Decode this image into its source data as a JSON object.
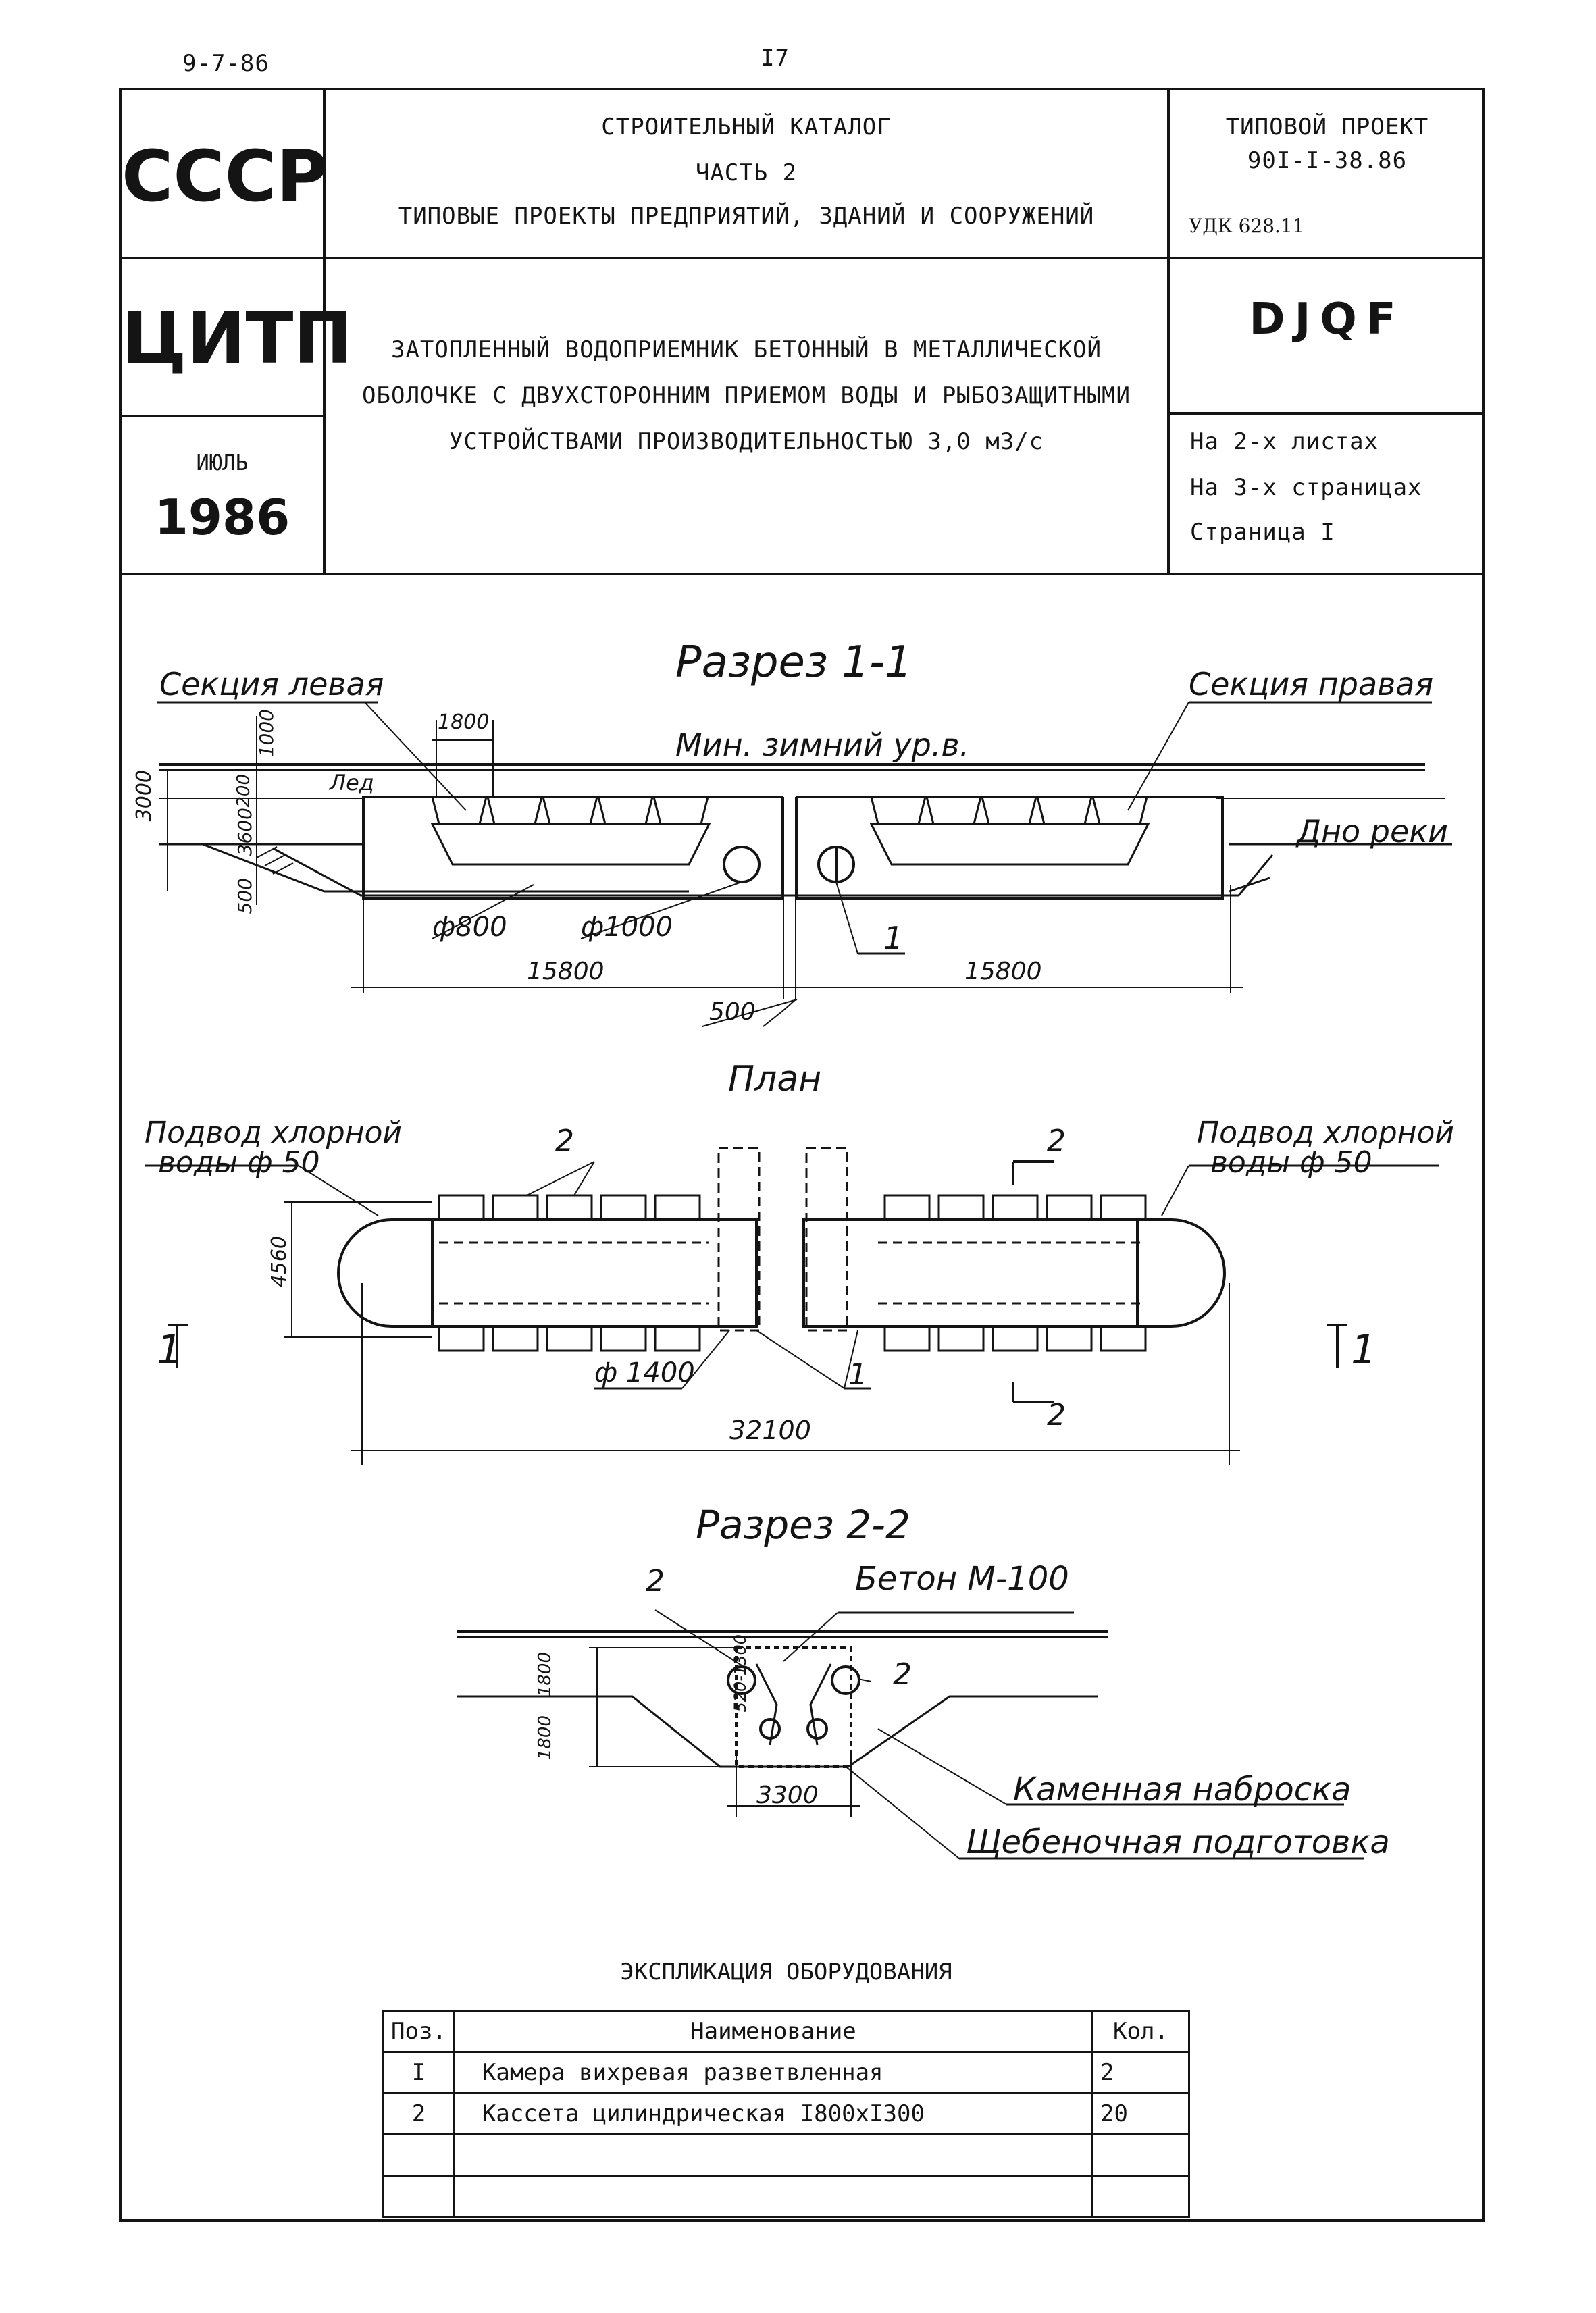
{
  "page": {
    "code": "9-7-86",
    "number": "I7"
  },
  "stamp": {
    "country": "СССР",
    "org": "ЦИТП",
    "month": "ИЮЛЬ",
    "year": "1986"
  },
  "catalog": {
    "title": "СТРОИТЕЛЬНЫЙ КАТАЛОГ",
    "part": "ЧАСТЬ 2",
    "section": "ТИПОВЫЕ ПРОЕКТЫ ПРЕДПРИЯТИЙ, ЗДАНИЙ И СООРУЖЕНИЙ"
  },
  "project": {
    "label": "ТИПОВОЙ ПРОЕКТ",
    "number": "90I-I-38.86",
    "udk": "УДК 628.11",
    "code": "DJQF",
    "sheets": "На 2-х листах",
    "pages": "На 3-х страницах",
    "page": "Страница I"
  },
  "description": {
    "line1": "ЗАТОПЛЕННЫЙ ВОДОПРИЕМНИК БЕТОННЫЙ В МЕТАЛЛИЧЕСКОЙ",
    "line2": "ОБОЛОЧКЕ С ДВУХСТОРОННИМ ПРИЕМОМ ВОДЫ И РЫБОЗАЩИТНЫМИ",
    "line3": "УСТРОЙСТВАМИ ПРОИЗВОДИТЕЛЬНОСТЬЮ 3,0 м3/с"
  },
  "section1": {
    "title": "Разрез 1-1",
    "left_label": "Секция левая",
    "right_label": "Секция правая",
    "water_level": "Мин. зимний ур.в.",
    "ice": "Лед",
    "river_bed": "Дно реки",
    "dims": {
      "d1800": "1800",
      "d1000": "1000",
      "d3000": "3000",
      "d200": "200",
      "d3600": "3600",
      "d500": "500",
      "pipe800": "ф800",
      "pipe1000": "ф1000",
      "callout1": "1",
      "w15800a": "15800",
      "w15800b": "15800",
      "gap500": "500"
    }
  },
  "plan": {
    "title": "План",
    "chlorine_left_1": "Подвод хлорной",
    "chlorine_left_2": "воды ф 50",
    "chlorine_right_1": "Подвод хлорной",
    "chlorine_right_2": "воды ф 50",
    "callout2": "2",
    "sec2_top": "2",
    "sec2_bottom": "2",
    "sec1_left": "1",
    "sec1_right": "1",
    "width": "4560",
    "pipe1400": "ф 1400",
    "callout1": "1",
    "length": "32100"
  },
  "section2": {
    "title": "Разрез 2-2",
    "concrete": "Бетон М-100",
    "callout2a": "2",
    "callout2b": "2",
    "h1800a": "1800",
    "h1800b": "1800",
    "h520": "520-1300",
    "w3300": "3300",
    "riprap": "Каменная наброска",
    "gravel": "Щебеночная подготовка"
  },
  "equipment": {
    "title": "ЭКСПЛИКАЦИЯ ОБОРУДОВАНИЯ",
    "headers": {
      "pos": "Поз.",
      "name": "Наименование",
      "qty": "Кол."
    },
    "rows": [
      {
        "pos": "I",
        "name": "Камера вихревая разветвленная",
        "qty": "2"
      },
      {
        "pos": "2",
        "name": "Кассета цилиндрическая I800хI300",
        "qty": "20"
      },
      {
        "pos": "",
        "name": "",
        "qty": ""
      },
      {
        "pos": "",
        "name": "",
        "qty": ""
      }
    ]
  }
}
